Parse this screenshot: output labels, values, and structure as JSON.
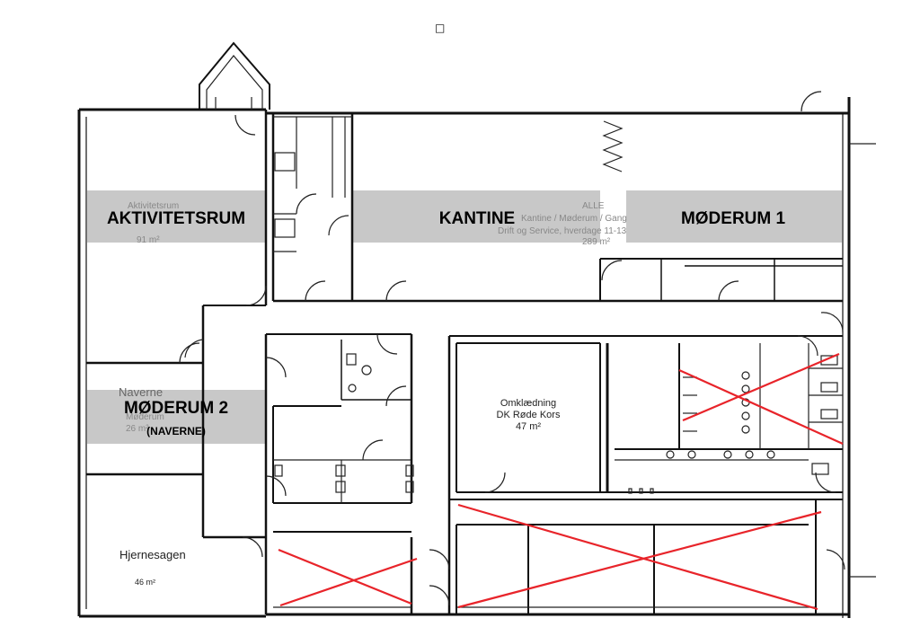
{
  "marker": "□",
  "highlight_color": "#c8c8c8",
  "cross_color": "#e8242a",
  "labels": {
    "aktivitetsrum": "AKTIVITETSRUM",
    "kantine": "KANTINE",
    "moderum1": "MØDERUM 1",
    "moderum2": "MØDERUM 2",
    "moderum2_sub": "(NAVERNE)"
  },
  "faded_text": {
    "aktivitetsrum_name": "Aktivitetsrum",
    "aktivitetsrum_area": "91 m²",
    "alle": "ALLE",
    "kantine_line": "Kantine / Møderum / Gang",
    "drift_line": "Drift og Service, hverdage 11-13",
    "kantine_area": "289 m²",
    "naverne": "Naverne",
    "naverne_sub": "Møderum",
    "naverne_area": "26 m²"
  },
  "rooms": {
    "omklaedning_line1": "Omklædning",
    "omklaedning_line2": "DK Røde Kors",
    "omklaedning_area": "47 m²",
    "hjernesagen": "Hjernesagen",
    "hjernesagen_area": "46 m²"
  }
}
